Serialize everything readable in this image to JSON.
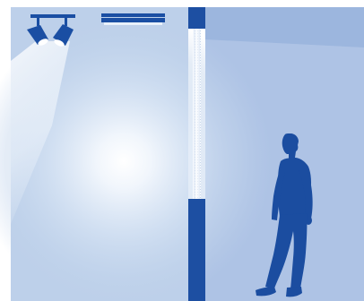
{
  "scene": {
    "type": "lighting-illustration",
    "elements": {
      "spotlight_fixture": "track-spotlight-icon",
      "linear_fixture": "linear-ceiling-light-icon",
      "person": "standing-person-silhouette",
      "column": "vertical-column-with-glass-slot"
    }
  },
  "colors": {
    "wall_left": "#bdd0ea",
    "wall_right": "#aec3e5",
    "ceiling_right": "#9cb6de",
    "fixture_blue": "#1a4ea3",
    "column_blue": "#1d4fa2",
    "person_blue": "#1b4da0",
    "glow": "#ffffff"
  }
}
